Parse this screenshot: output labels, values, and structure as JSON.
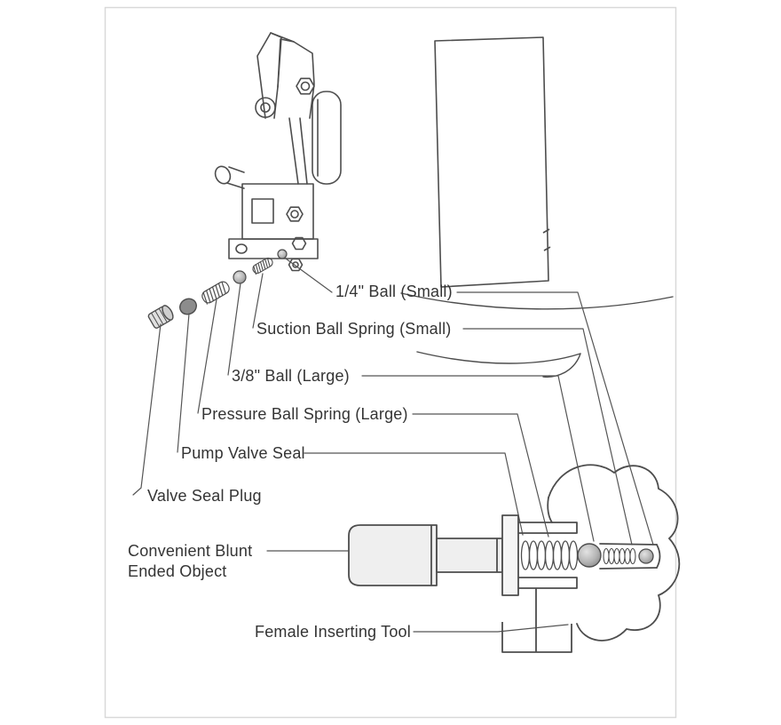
{
  "page": {
    "background": "#ffffff",
    "border_color": "#d9d9d9"
  },
  "diagram": {
    "type": "exploded-parts-diagram",
    "colors": {
      "line": "#4d4d4d",
      "leader_line": "#555555",
      "ball_fill": "#b5b5b5",
      "seal_fill": "#8c8c8c",
      "metal_fill": "#ededed",
      "text": "#343434"
    },
    "labels": {
      "quarter_ball": "1/4\" Ball (Small)",
      "suction_spring": "Suction Ball Spring (Small)",
      "three_eighths_ball": "3/8\" Ball  (Large)",
      "pressure_spring": "Pressure Ball Spring (Large)",
      "pump_valve_seal": "Pump Valve Seal",
      "valve_seal_plug": "Valve Seal Plug",
      "blunt_object_line1": "Convenient Blunt",
      "blunt_object_line2": "Ended Object",
      "female_tool": "Female Inserting Tool"
    }
  }
}
